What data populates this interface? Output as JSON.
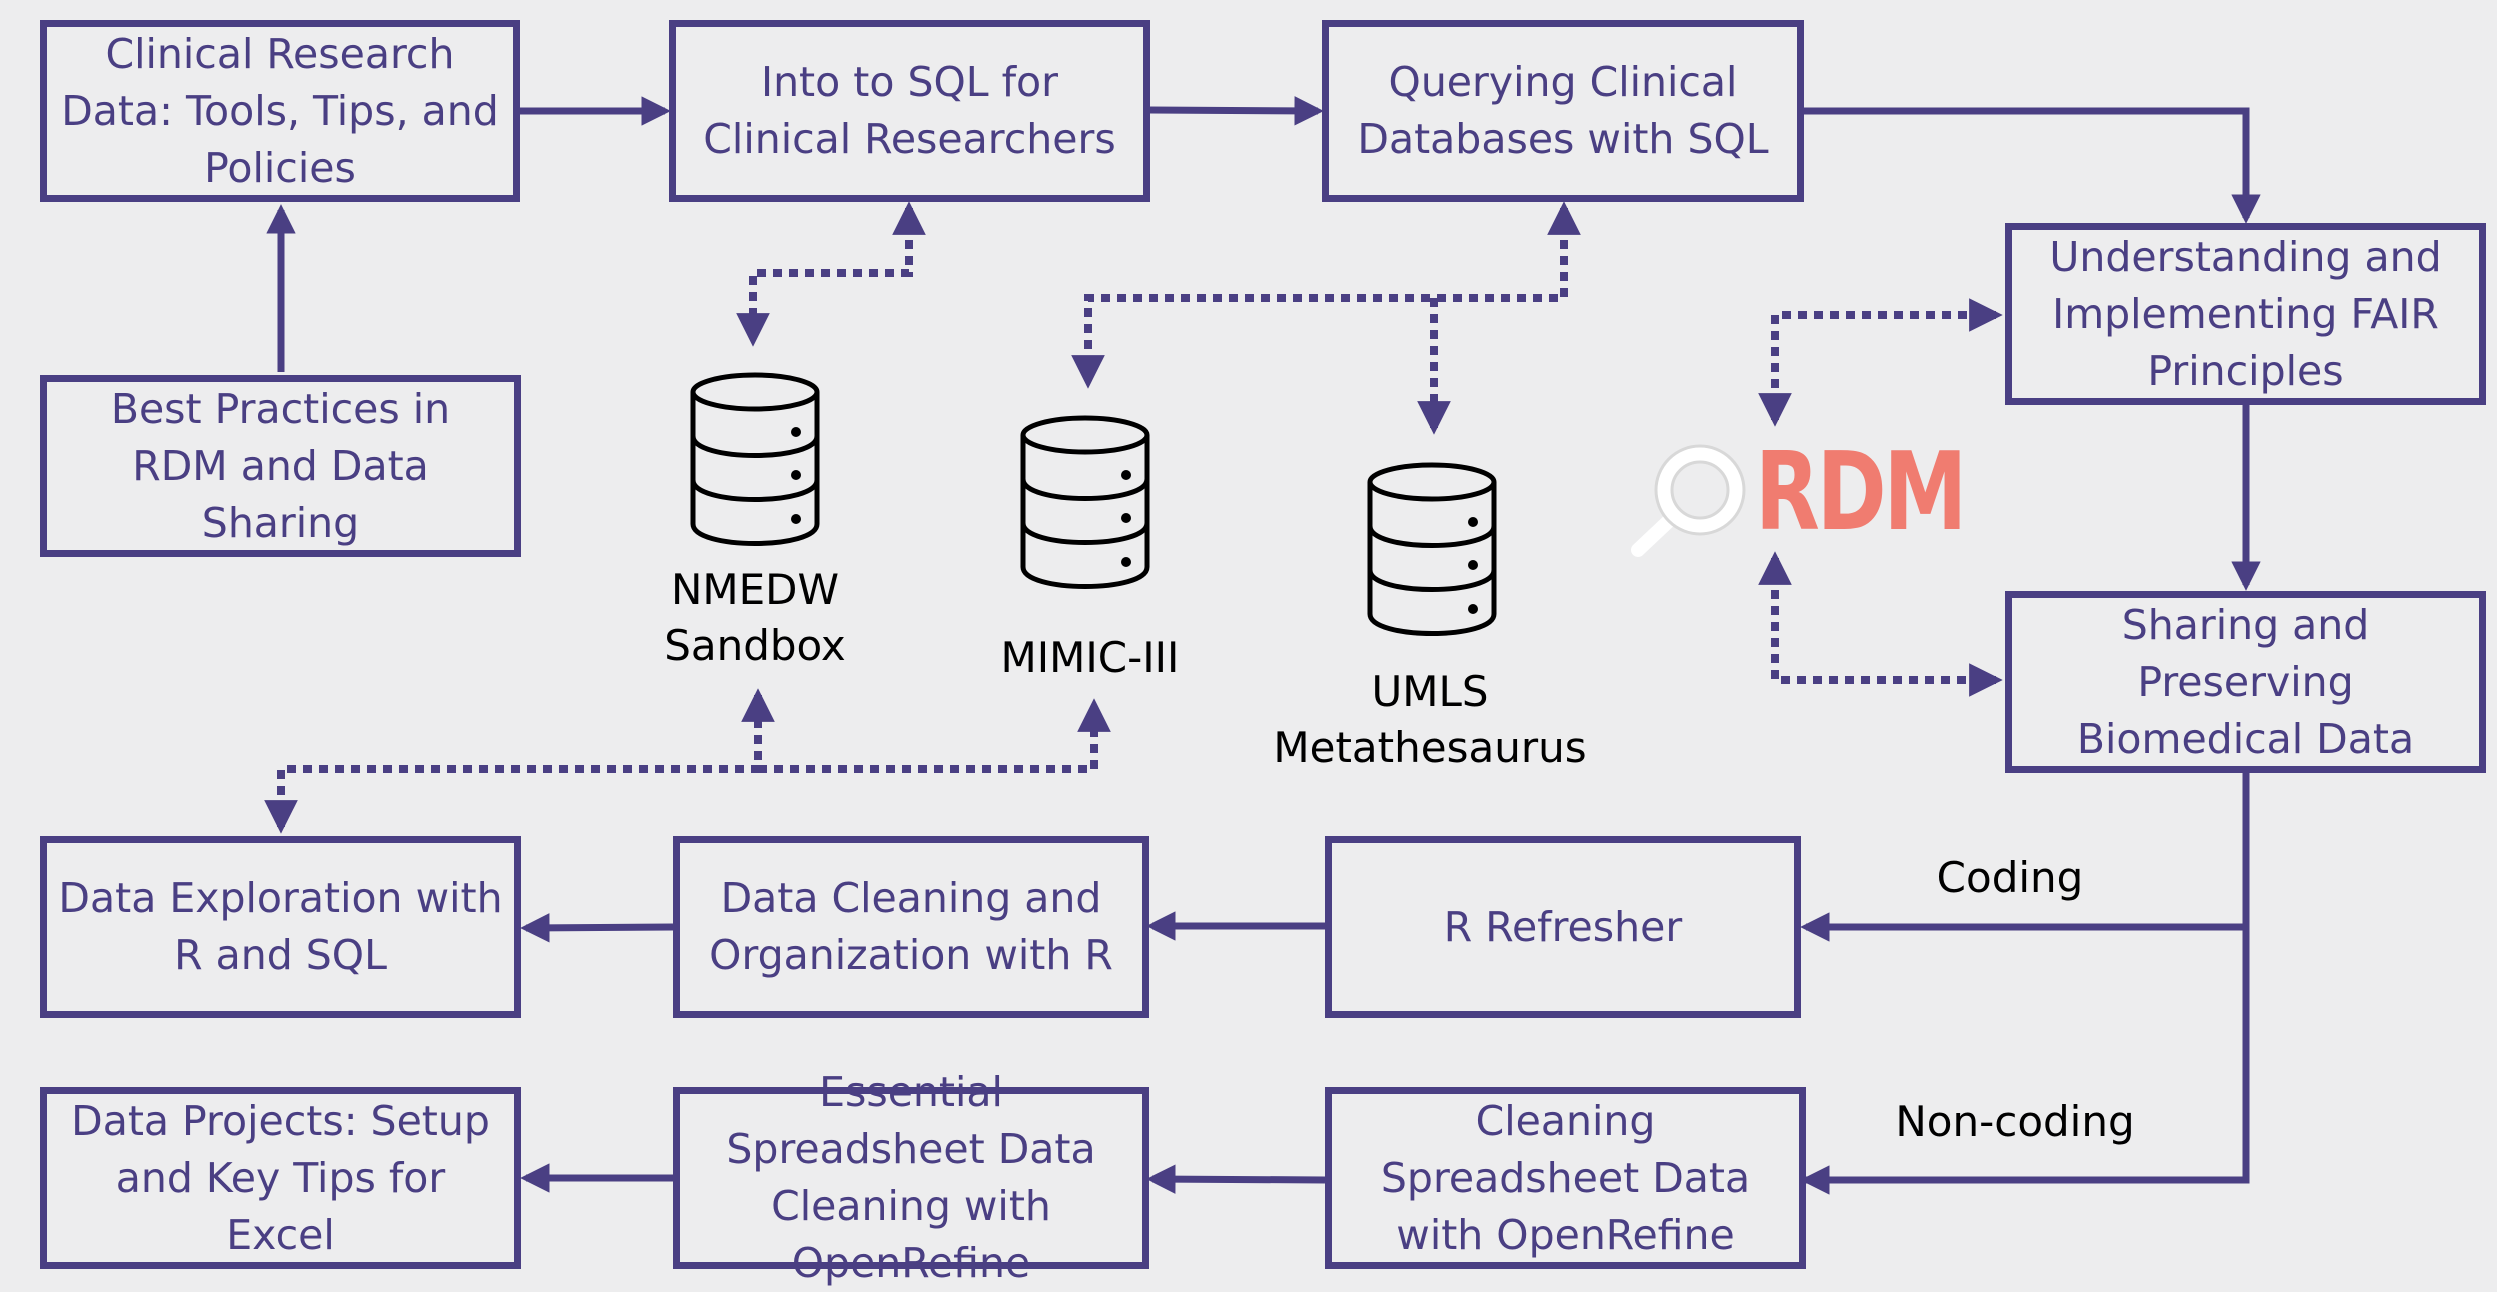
{
  "colors": {
    "box_border": "#4a3f83",
    "box_text": "#4a3f83",
    "arrow": "#4a3f83",
    "background": "#ededee",
    "rdm_logo_text": "#f07c70"
  },
  "nodes": {
    "clinical_research_data": "Clinical Research Data: Tools, Tips, and Policies",
    "intro_sql": "Into to SQL for Clinical Researchers",
    "querying_clinical_db": "Querying Clinical Databases with SQL",
    "fair_principles": "Understanding and Implementing FAIR Principles",
    "best_practices_rdm": "Best Practices in RDM and Data Sharing",
    "sharing_preserving": "Sharing and Preserving Biomedical Data",
    "data_exploration": "Data Exploration with R and SQL",
    "data_cleaning_r": "Data Cleaning and Organization with R",
    "r_refresher": "R Refresher",
    "data_projects_excel": "Data Projects: Setup and Key Tips for Excel",
    "essential_spreadsheet": "Essential Spreadsheet Data Cleaning with OpenRefine",
    "cleaning_spreadsheet_openrefine": "Cleaning Spreadsheet Data with OpenRefine"
  },
  "databases": {
    "nmedw": "NMEDW\nSandbox",
    "mimic": "MIMIC-III",
    "umls": "UMLS\nMetathesaurus"
  },
  "edge_labels": {
    "coding": "Coding",
    "non_coding": "Non-coding"
  },
  "logo": {
    "text": "RDM",
    "icon": "magnifier-icon"
  }
}
